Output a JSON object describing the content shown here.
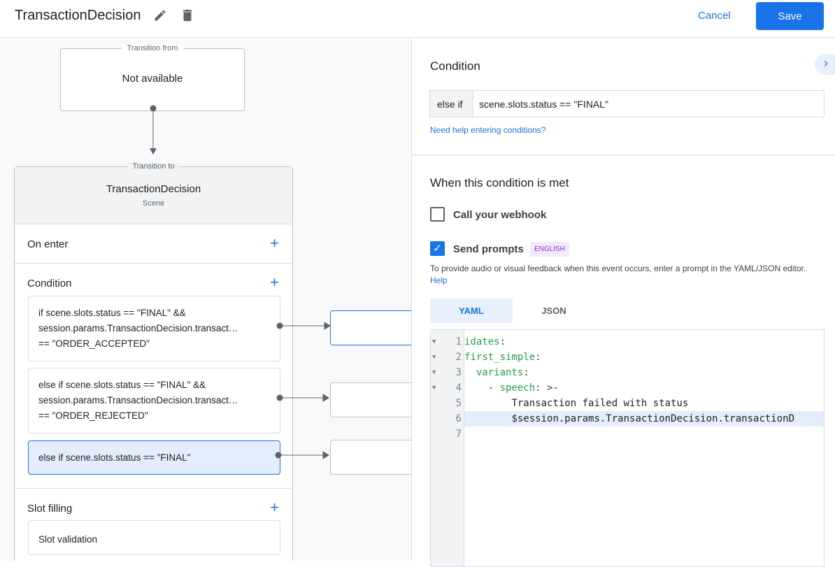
{
  "header": {
    "title": "TransactionDecision",
    "cancel_label": "Cancel",
    "save_label": "Save"
  },
  "canvas": {
    "transition_from": {
      "legend": "Transition from",
      "value": "Not available"
    },
    "transition_to": {
      "legend": "Transition to",
      "scene_name": "TransactionDecision",
      "scene_type": "Scene"
    },
    "sections": {
      "on_enter": "On enter",
      "condition": "Condition",
      "slot_filling": "Slot filling",
      "slot_validation": "Slot validation"
    },
    "conditions": [
      {
        "lines": [
          "if scene.slots.status == \"FINAL\" &&",
          "session.params.TransactionDecision.transact…",
          "== \"ORDER_ACCEPTED\""
        ]
      },
      {
        "lines": [
          "else if scene.slots.status == \"FINAL\" &&",
          "session.params.TransactionDecision.transact…",
          "== \"ORDER_REJECTED\""
        ]
      },
      {
        "lines": [
          "else if scene.slots.status == \"FINAL\""
        ],
        "selected": true
      }
    ]
  },
  "panel": {
    "condition_heading": "Condition",
    "condition_prefix": "else if",
    "condition_value": "scene.slots.status == \"FINAL\"",
    "help_link": "Need help entering conditions?",
    "met_heading": "When this condition is met",
    "webhook": {
      "label": "Call your webhook",
      "checked": false
    },
    "prompts": {
      "label": "Send prompts",
      "checked": true,
      "badge": "ENGLISH"
    },
    "description": "To provide audio or visual feedback when this event occurs, enter a prompt in the YAML/JSON editor.",
    "help": "Help",
    "tabs": [
      {
        "label": "YAML",
        "active": true
      },
      {
        "label": "JSON",
        "active": false
      }
    ],
    "code": [
      {
        "n": "1",
        "fold": true,
        "key": "idates",
        "rest": ":"
      },
      {
        "n": "2",
        "fold": true,
        "key": "first_simple",
        "rest": ":"
      },
      {
        "n": "3",
        "fold": true,
        "indent": "  ",
        "key": "variants",
        "rest": ":"
      },
      {
        "n": "4",
        "fold": true,
        "indent": "    - ",
        "key": "speech",
        "rest": ": >-"
      },
      {
        "n": "5",
        "indent": "        ",
        "text": "Transaction failed with status"
      },
      {
        "n": "6",
        "indent": "        ",
        "text": "$session.params.TransactionDecision.transactionD",
        "highlight": true
      },
      {
        "n": "7",
        "text": ""
      }
    ]
  },
  "colors": {
    "accent": "#1a73e8",
    "yaml_key": "#22a34a",
    "selected_bg": "#e3edfb",
    "badge_bg": "#f3e8fd",
    "badge_text": "#8430ce"
  }
}
